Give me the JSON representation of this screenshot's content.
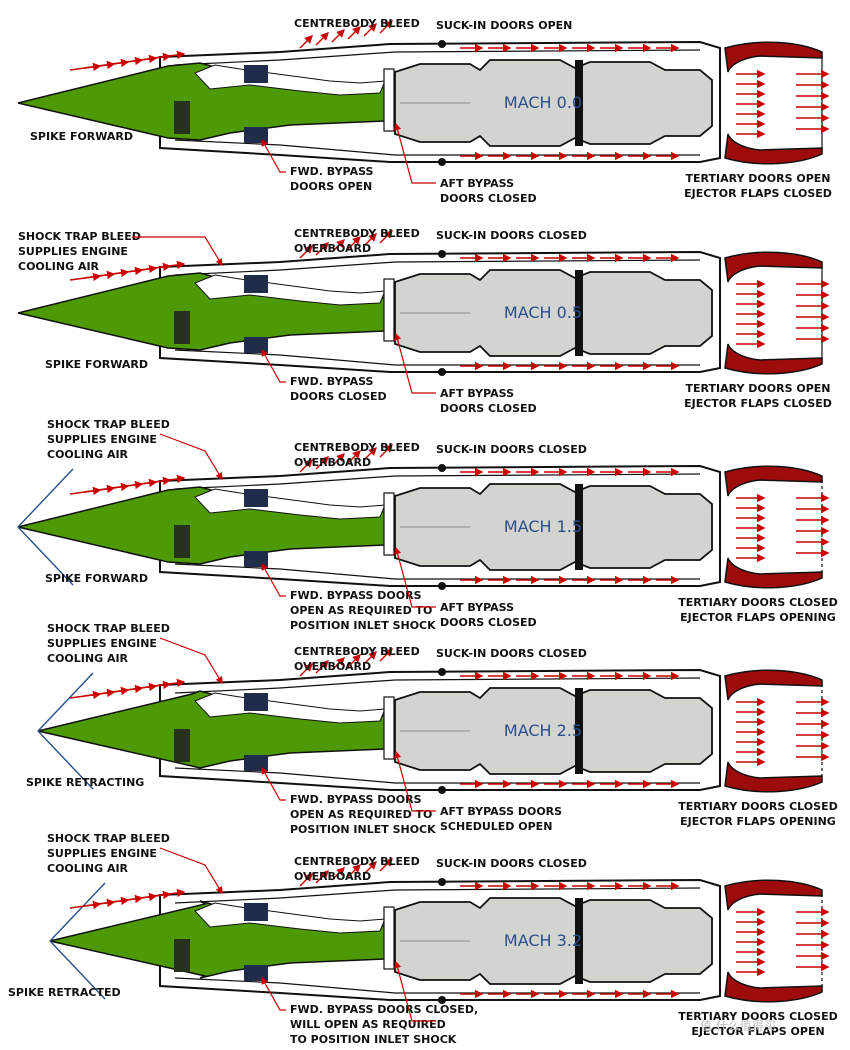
{
  "colors": {
    "spike": "#4e9a06",
    "outline": "#111111",
    "core": "#d3d3cf",
    "arrow": "#cc0000",
    "nozzle": "#9e0b0b",
    "spike_line": "#2a4f8f",
    "mach_text": "#2a4f8f"
  },
  "icons": {
    "watermark": "smiley-icon"
  },
  "panels": [
    {
      "mach": "MACH 0.0",
      "top_center": [
        "CENTREBODY BLEED"
      ],
      "top_right": [
        "SUCK-IN DOORS OPEN"
      ],
      "left": [],
      "spike": [
        "SPIKE FORWARD"
      ],
      "fwd": [
        "FWD. BYPASS",
        "DOORS OPEN"
      ],
      "aft": [
        "AFT BYPASS",
        "DOORS CLOSED"
      ],
      "right": [
        "TERTIARY DOORS OPEN",
        "EJECTOR FLAPS CLOSED"
      ]
    },
    {
      "mach": "MACH 0.5",
      "top_center": [
        "CENTREBODY BLEED",
        "OVERBOARD"
      ],
      "top_right": [
        "SUCK-IN DOORS CLOSED"
      ],
      "left": [
        "SHOCK TRAP BLEED",
        "SUPPLIES ENGINE",
        "COOLING AIR"
      ],
      "spike": [
        "SPIKE FORWARD"
      ],
      "fwd": [
        "FWD. BYPASS",
        "DOORS CLOSED"
      ],
      "aft": [
        "AFT BYPASS",
        "DOORS CLOSED"
      ],
      "right": [
        "TERTIARY DOORS OPEN",
        "EJECTOR FLAPS CLOSED"
      ]
    },
    {
      "mach": "MACH 1.5",
      "top_center": [
        "CENTREBODY BLEED",
        "OVERBOARD"
      ],
      "top_right": [
        "SUCK-IN DOORS CLOSED"
      ],
      "left": [
        "SHOCK TRAP BLEED",
        "SUPPLIES ENGINE",
        "COOLING AIR"
      ],
      "spike": [
        "SPIKE FORWARD"
      ],
      "fwd": [
        "FWD. BYPASS DOORS",
        "OPEN AS REQUIRED TO",
        "POSITION INLET SHOCK"
      ],
      "aft": [
        "AFT BYPASS",
        "DOORS CLOSED"
      ],
      "right": [
        "TERTIARY DOORS CLOSED",
        "EJECTOR FLAPS OPENING"
      ]
    },
    {
      "mach": "MACH 2.5",
      "top_center": [
        "CENTREBODY BLEED",
        "OVERBOARD"
      ],
      "top_right": [
        "SUCK-IN DOORS CLOSED"
      ],
      "left": [
        "SHOCK TRAP BLEED",
        "SUPPLIES ENGINE",
        "COOLING AIR"
      ],
      "spike": [
        "SPIKE RETRACTING"
      ],
      "fwd": [
        "FWD. BYPASS DOORS",
        "OPEN AS REQUIRED TO",
        "POSITION INLET SHOCK"
      ],
      "aft": [
        "AFT BYPASS DOORS",
        "SCHEDULED OPEN"
      ],
      "right": [
        "TERTIARY DOORS CLOSED",
        "EJECTOR FLAPS OPENING"
      ]
    },
    {
      "mach": "MACH 3.2",
      "top_center": [
        "CENTREBODY BLEED",
        "OVERBOARD"
      ],
      "top_right": [
        "SUCK-IN DOORS CLOSED"
      ],
      "left": [
        "SHOCK TRAP BLEED",
        "SUPPLIES ENGINE",
        "COOLING AIR"
      ],
      "spike": [
        "SPIKE RETRACTED"
      ],
      "fwd": [
        "FWD. BYPASS DOORS CLOSED,",
        "WILL OPEN AS REQUIRED",
        "TO POSITION INLET SHOCK"
      ],
      "aft": [],
      "right": [
        "TERTIARY DOORS CLOSED",
        "EJECTOR FLAPS OPEN"
      ]
    }
  ],
  "watermark": "值 什么值得买"
}
